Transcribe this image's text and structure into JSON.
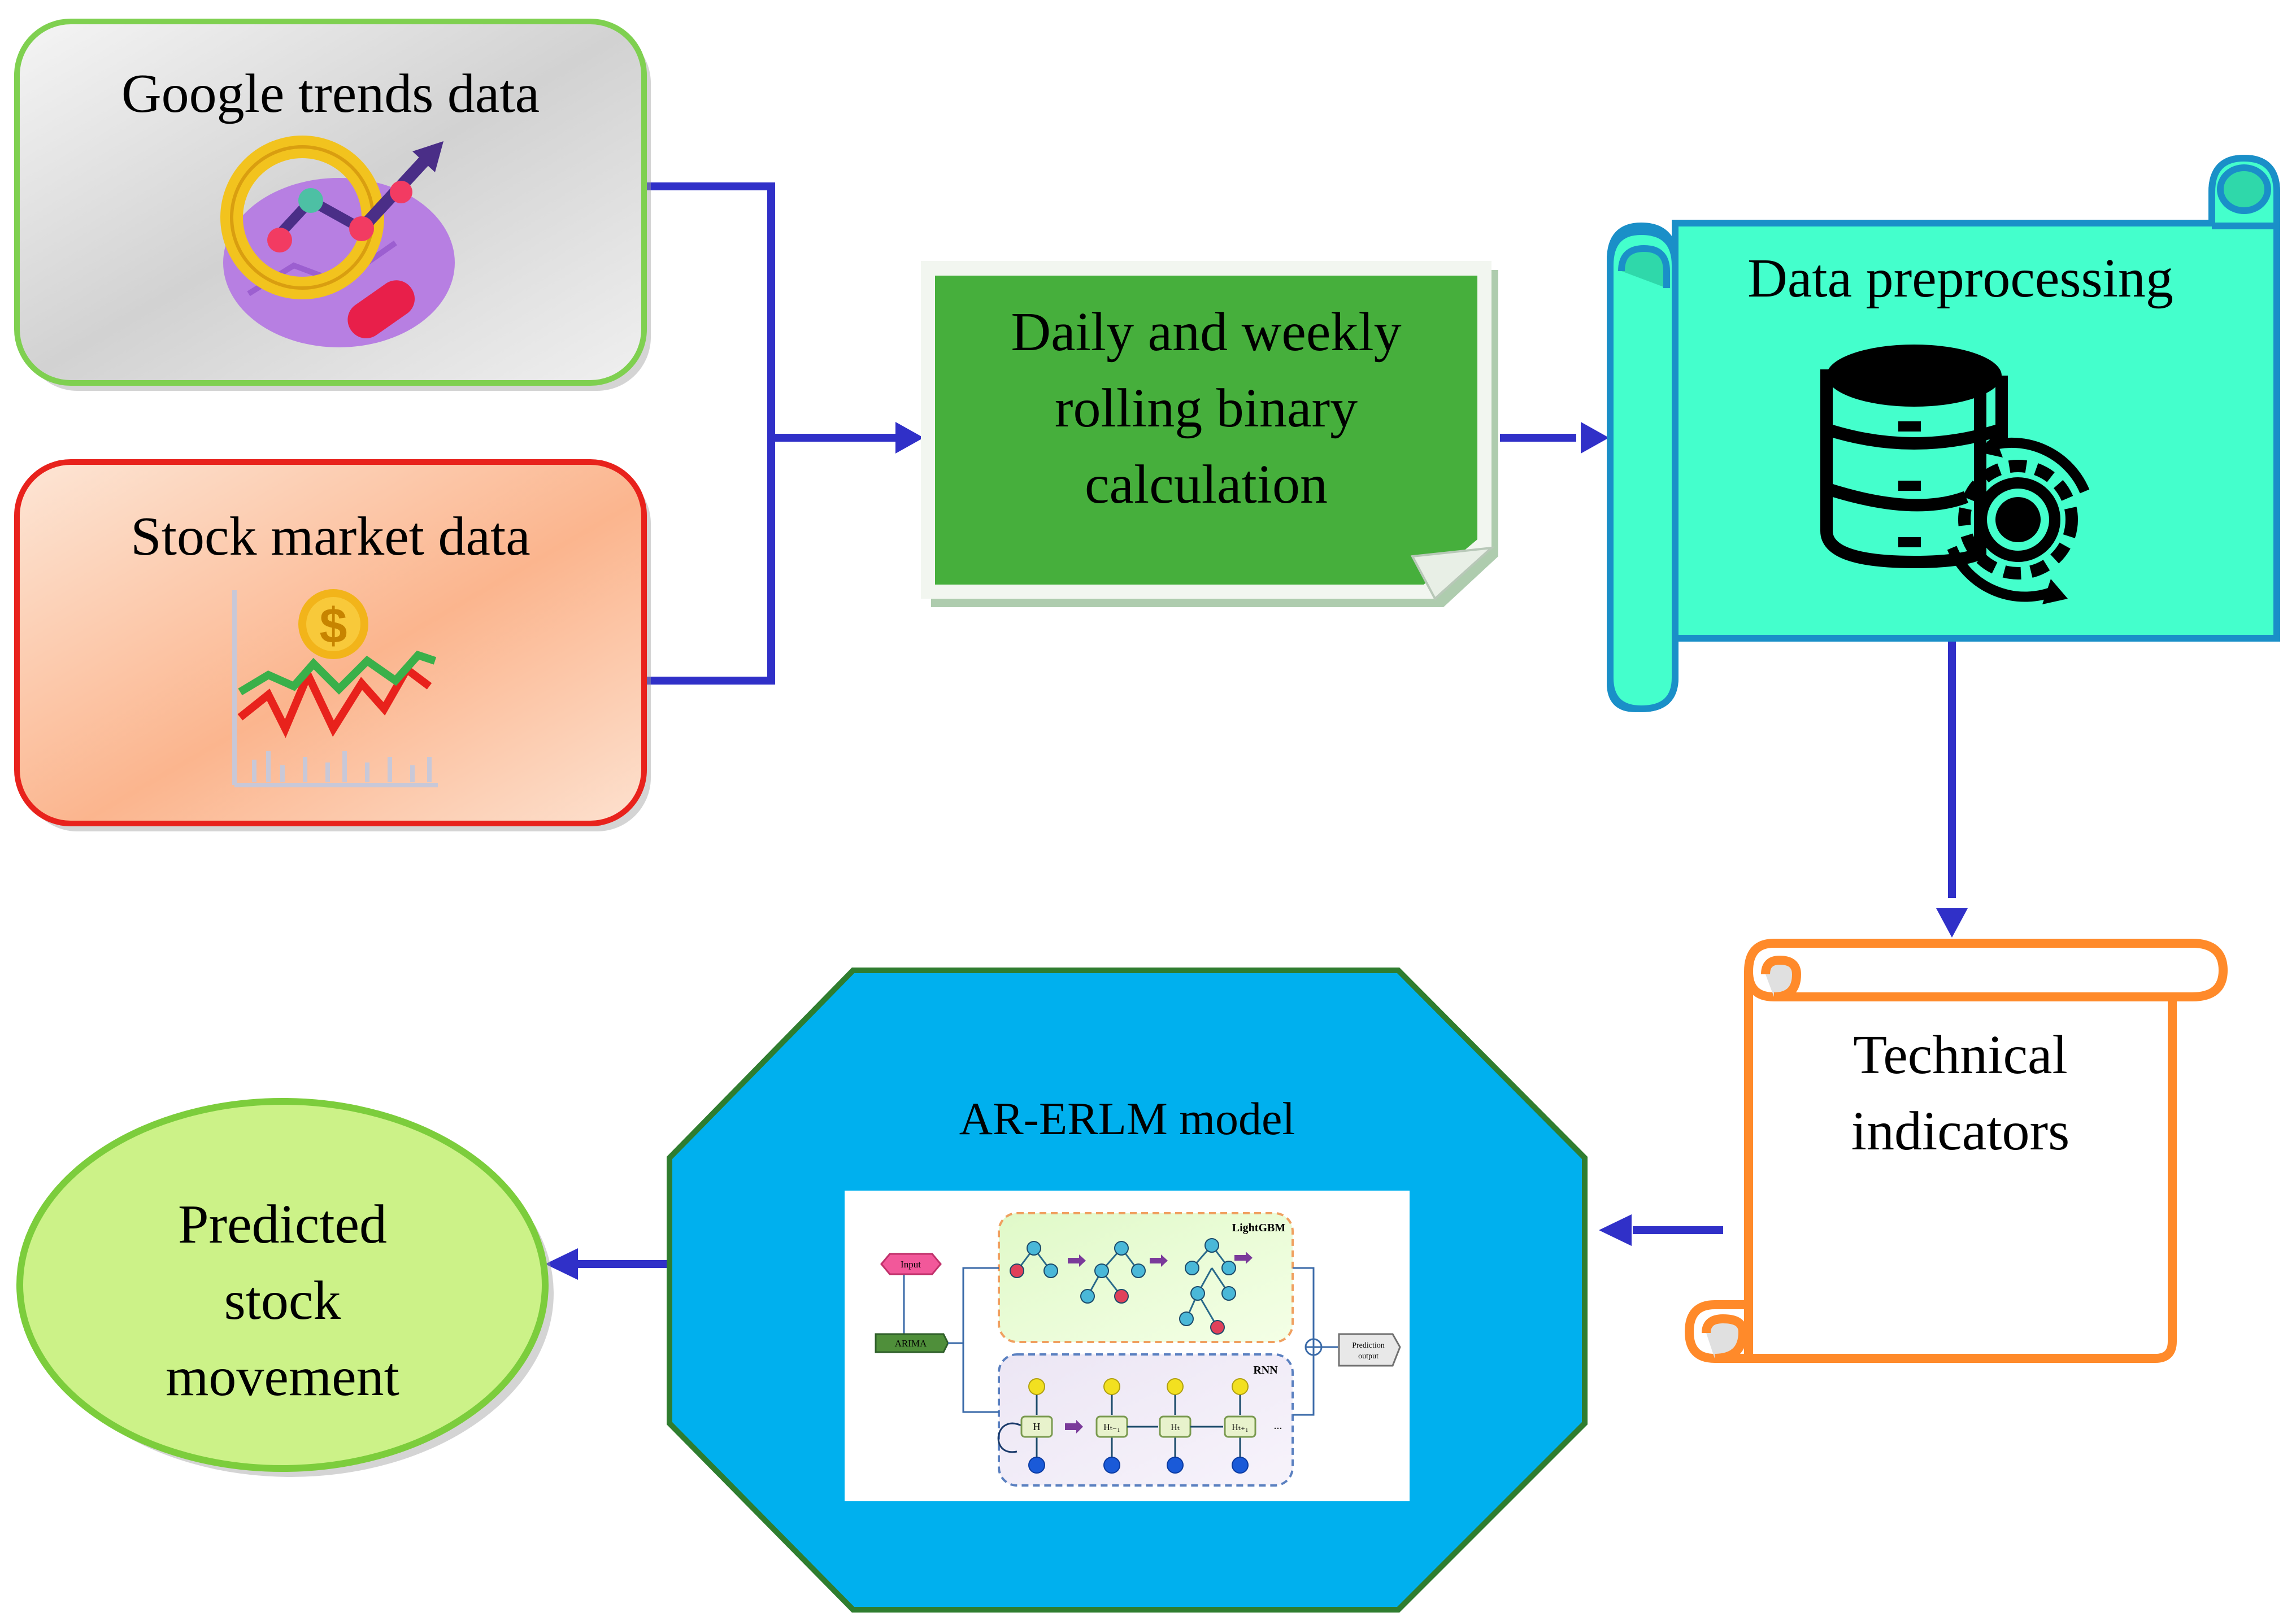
{
  "diagram": {
    "nodes": {
      "google": {
        "label": "Google trends data"
      },
      "stock": {
        "label": "Stock market data"
      },
      "rolling": {
        "lines": [
          "Daily and weekly",
          "rolling binary",
          "calculation"
        ]
      },
      "preprocessing": {
        "label": "Data preprocessing"
      },
      "technical": {
        "lines": [
          "Technical",
          "indicators"
        ]
      },
      "model": {
        "label": "AR-ERLM model",
        "inner": {
          "input": "Input",
          "arima": "ARIMA",
          "lightgbm": "LightGBM",
          "rnn": "RNN",
          "h0": "H",
          "h1": "Hₜ₋₁",
          "h2": "Hₜ",
          "h3": "Hₜ₊₁",
          "ellipsis": "...",
          "prediction": [
            "Prediction",
            "output"
          ]
        }
      },
      "predicted": {
        "lines": [
          "Predicted",
          "stock",
          "movement"
        ]
      }
    },
    "edges": [
      {
        "from": "google",
        "to": "rolling"
      },
      {
        "from": "stock",
        "to": "rolling"
      },
      {
        "from": "rolling",
        "to": "preprocessing"
      },
      {
        "from": "preprocessing",
        "to": "technical"
      },
      {
        "from": "technical",
        "to": "model"
      },
      {
        "from": "model",
        "to": "predicted"
      }
    ],
    "colors": {
      "arrow": "#3030c8",
      "google_border": "#7fd050",
      "stock_border": "#e8221c",
      "rolling_fill": "#46af3c",
      "preprocessing_fill": "#44ffcc",
      "preprocessing_border": "#1a8fc8",
      "technical_border": "#ff8a2a",
      "model_fill": "#00b0ee",
      "model_border": "#2f7d2f",
      "predicted_fill": "#ccf288",
      "predicted_border": "#7ccd3c"
    }
  }
}
